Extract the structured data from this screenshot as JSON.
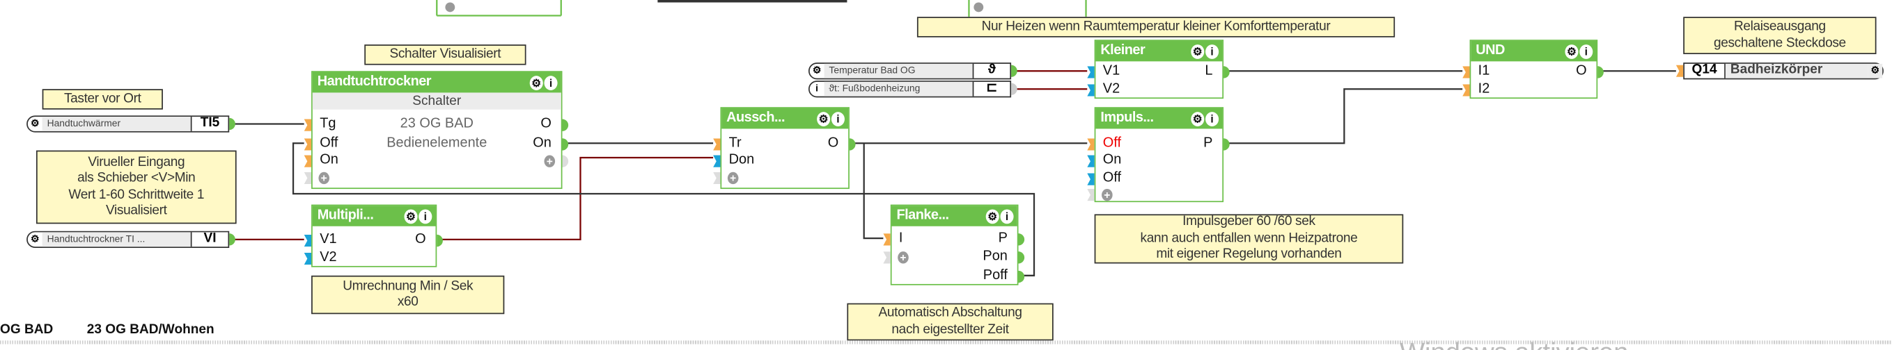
{
  "colors": {
    "block_green": "#6cc04a",
    "digital_port": "#f5a94a",
    "analog_port": "#1aa3d8",
    "note_bg": "#fff9c6",
    "wire_dark": "#333333",
    "wire_red": "#7a0000"
  },
  "blocks": [
    {
      "id": "handtuchtrockner",
      "title": "Handtuchtrockner",
      "subtitle": "Schalter",
      "center": [
        "23 OG BAD",
        "Bedienelemente"
      ],
      "inputs": [
        {
          "label": "Tg",
          "type": "digital"
        },
        {
          "label": "Off",
          "type": "digital"
        },
        {
          "label": "On",
          "type": "digital"
        }
      ],
      "outputs": [
        {
          "label": "O"
        },
        {
          "label": "On"
        }
      ],
      "add_input": true,
      "add_output": true
    },
    {
      "id": "multiplikation",
      "title": "Multipli...",
      "inputs": [
        {
          "label": "V1",
          "type": "analog"
        },
        {
          "label": "V2",
          "type": "analog"
        }
      ],
      "outputs": [
        {
          "label": "O"
        }
      ]
    },
    {
      "id": "ausschalt",
      "title": "Aussch...",
      "inputs": [
        {
          "label": "Tr",
          "type": "digital"
        },
        {
          "label": "Don",
          "type": "analog"
        }
      ],
      "outputs": [
        {
          "label": "O"
        }
      ],
      "add_input": true
    },
    {
      "id": "flanke",
      "title": "Flanke...",
      "inputs": [
        {
          "label": "I",
          "type": "digital"
        }
      ],
      "outputs": [
        {
          "label": "P"
        },
        {
          "label": "Pon"
        },
        {
          "label": "Poff"
        }
      ],
      "add_input": true
    },
    {
      "id": "kleiner",
      "title": "Kleiner",
      "inputs": [
        {
          "label": "V1",
          "type": "analog"
        },
        {
          "label": "V2",
          "type": "analog"
        }
      ],
      "outputs": [
        {
          "label": "L"
        }
      ]
    },
    {
      "id": "impuls",
      "title": "Impuls...",
      "inputs": [
        {
          "label": "Off",
          "type": "digital",
          "negated": true
        },
        {
          "label": "On",
          "type": "analog"
        },
        {
          "label": "Off",
          "type": "analog"
        }
      ],
      "outputs": [
        {
          "label": "P"
        }
      ],
      "add_input": true
    },
    {
      "id": "und",
      "title": "UND",
      "inputs": [
        {
          "label": "I1",
          "type": "digital"
        },
        {
          "label": "I2",
          "type": "digital"
        }
      ],
      "outputs": [
        {
          "label": "O"
        }
      ]
    }
  ],
  "notes": {
    "schalter_visualisiert": "Schalter Visualisiert",
    "taster_vor_ort": "Taster vor Ort",
    "virtueller_eingang": [
      "Virueller Eingang",
      "als Schieber <V>Min",
      "Wert 1-60 Schrittweite 1",
      "Visualisiert"
    ],
    "umrechnung": [
      "Umrechnung Min / Sek",
      "x60"
    ],
    "automatisch": [
      "Automatisch Abschaltung",
      "nach eigestellter Zeit"
    ],
    "impulsgeber": [
      "Impulsgeber 60 /60 sek",
      "kann auch entfallen wenn Heizpatrone",
      "mit eigener Regelung vorhanden"
    ],
    "nur_heizen": "Nur Heizen wenn Raumtemperatur kleiner Komforttemperatur",
    "relais": [
      "Relaiseausgang",
      "geschaltene Steckdose"
    ]
  },
  "inputs": [
    {
      "id": "handtuchwaermer",
      "label": "Handtuchwärmer",
      "value": "TI5",
      "icon": "gear-icon"
    },
    {
      "id": "handtuchtrockner_ti",
      "label": "Handtuchtrockner  TI ...",
      "value": "VI",
      "icon": "gear-icon"
    },
    {
      "id": "temperatur_bad",
      "label": "Temperatur Bad OG",
      "value": "ϑ",
      "icon": "gear-icon"
    },
    {
      "id": "fussboden",
      "label": "ϑt: Fußbodenheizung",
      "value": "⊏",
      "icon": "info-icon"
    }
  ],
  "output": {
    "value": "Q14",
    "label": "Badheizkörper",
    "icon": "gear-icon"
  },
  "footer": {
    "left": "OG BAD",
    "path": "23 OG BAD/Wohnen",
    "watermark": "Windows aktivieren"
  }
}
